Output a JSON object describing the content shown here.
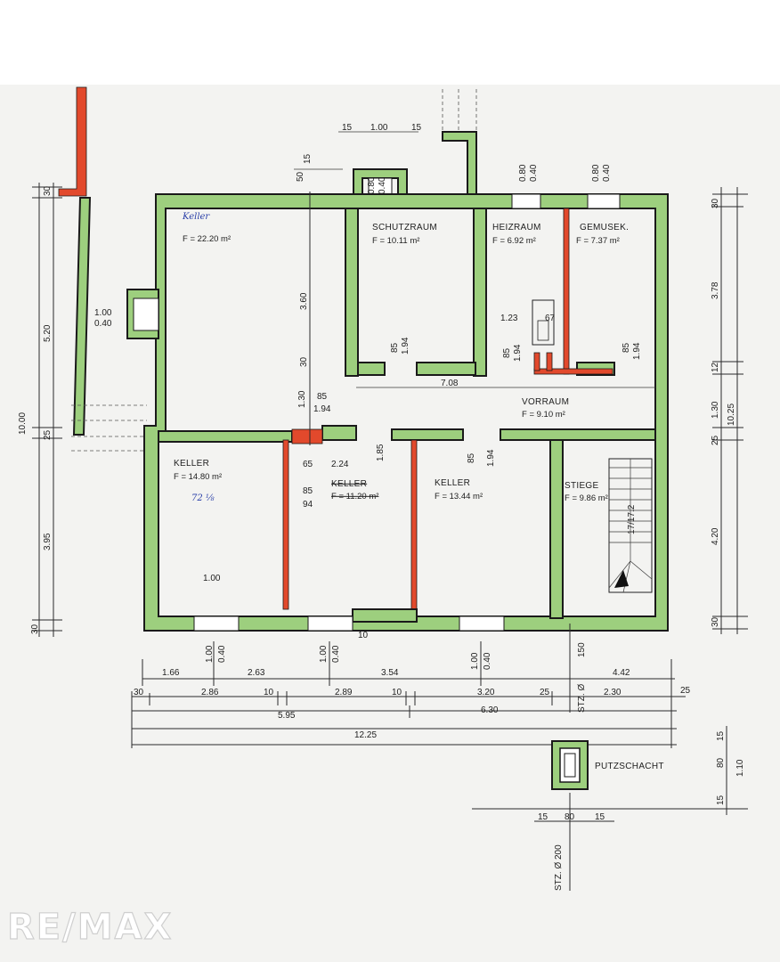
{
  "rooms": {
    "keller_top": {
      "name": "Keller",
      "area": "F = 22.20 m²"
    },
    "schutzraum": {
      "name": "SCHUTZRAUM",
      "area": "F = 10.11 m²"
    },
    "heizraum": {
      "name": "HEIZRAUM",
      "area": "F = 6.92 m²"
    },
    "gemusek": {
      "name": "GEMUSEK.",
      "area": "F = 7.37 m²"
    },
    "vorraum": {
      "name": "VORRAUM",
      "area": "F = 9.10 m²"
    },
    "keller_left": {
      "name": "KELLER",
      "area": "F = 14.80 m²",
      "note": "72 ⅛"
    },
    "keller_mid": {
      "name": "KELLER",
      "area": "F = 11.20 m²"
    },
    "keller_right": {
      "name": "KELLER",
      "area": "F = 13.44 m²"
    },
    "stiege": {
      "name": "STIEGE",
      "area": "F = 9.86 m²"
    }
  },
  "putzschacht": "PUTZSCHACHT",
  "dims": {
    "top_15a": "15",
    "top_100": "1.00",
    "top_15b": "15",
    "top_50": "50",
    "top_15c": "15",
    "win_a": "0.80",
    "win_b": "0.40",
    "win_c": "0.80",
    "win_d": "0.40",
    "win_e": "0.80",
    "win_f": "0.40",
    "left_30": "30",
    "left_520": "5.20",
    "left_1000": "10.00",
    "left_25": "25",
    "left_395": "3.95",
    "left_30b": "30",
    "niche_100": "1.00",
    "niche_40": "0.40",
    "keller_360": "3.60",
    "keller_30": "30",
    "v_85a": "85",
    "v_194a": "1.94",
    "h_123": "1.23",
    "h_67": "67",
    "h_85": "85",
    "h_194": "1.94",
    "g_85": "85",
    "g_194": "1.94",
    "v_130": "1.30",
    "v_85b": "85",
    "v_194b": "1.94",
    "v_708": "7.08",
    "r_30": "30",
    "r_378": "3.78",
    "r_12": "12",
    "r_130": "1.30",
    "r_1025": "10.25",
    "r_25": "25",
    "r_420": "4.20",
    "r_30b": "30",
    "m_65": "65",
    "m_224": "2.24",
    "m_185": "1.85",
    "m_85": "85",
    "m_94": "94",
    "k_85": "85",
    "k_194": "1.94",
    "stair": "17/17.2",
    "door_100": "1.00",
    "b_100a": "1.00",
    "b_40a": "0.40",
    "b_100b": "1.00",
    "b_40b": "0.40",
    "b_100c": "1.00",
    "b_40c": "0.40",
    "b_10": "10",
    "b_150": "150",
    "b_stz": "STZ. Ø",
    "row1_166": "1.66",
    "row1_263": "2.63",
    "row1_354": "3.54",
    "row1_442": "4.42",
    "row2_30": "30",
    "row2_286": "2.86",
    "row2_10a": "10",
    "row2_289": "2.89",
    "row2_10b": "10",
    "row2_320": "3.20",
    "row2_25": "25",
    "row2_230": "2.30",
    "row2_25b": "25",
    "row3_595": "5.95",
    "row3_630": "6.30",
    "row4_1225": "12.25",
    "p_15": "15",
    "p_80": "80",
    "p_15b": "15",
    "p_110": "1.10",
    "p_15c": "15",
    "p_80b": "80",
    "p_15d": "15",
    "p_stz": "STZ. Ø 200"
  },
  "watermark": "RE/MAX"
}
